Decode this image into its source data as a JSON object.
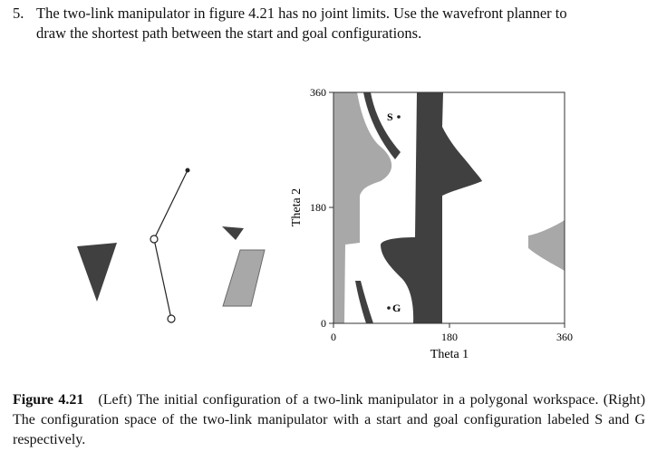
{
  "problem": {
    "number": "5.",
    "line1": "The two-link manipulator in figure 4.21 has no joint limits. Use the wavefront planner to",
    "line2": "draw the shortest path between the start and goal configurations."
  },
  "cspace": {
    "xlabel": "Theta 1",
    "ylabel": "Theta 2",
    "xticks": [
      "0",
      "180",
      "360"
    ],
    "yticks": [
      "360",
      "180",
      "0"
    ],
    "start_label": "S",
    "goal_label": "G"
  },
  "caption": {
    "label": "Figure 4.21",
    "text": "(Left) The initial configuration of a two-link manipulator in a polygonal workspace. (Right) The configuration space of the two-link manipulator with a start and goal configuration labeled S and G respectively."
  },
  "colors": {
    "dark_obstacle": "#404040",
    "light_obstacle": "#a8a8a8",
    "stroke": "#222222"
  }
}
